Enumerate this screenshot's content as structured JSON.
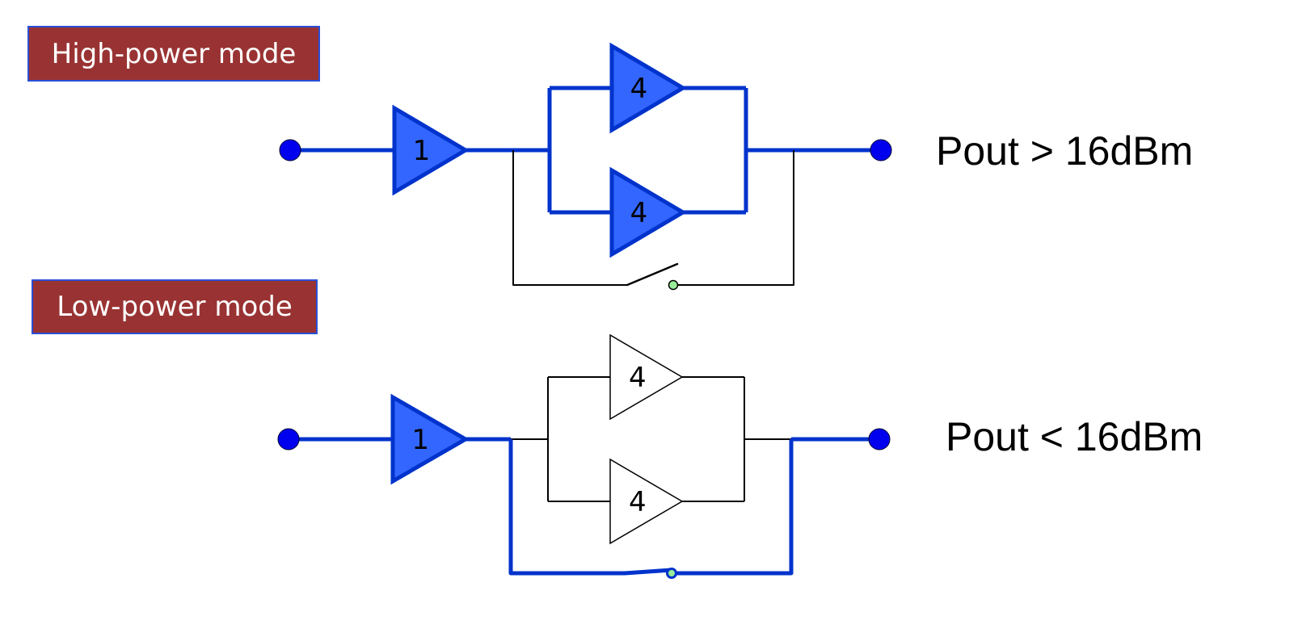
{
  "colors": {
    "label_bg": "#993333",
    "label_border": "#2a4fd6",
    "active_wire": "#0033cc",
    "active_amp_fill": "#3366ff",
    "terminal": "#0000ee",
    "inactive_wire": "#000000",
    "switch_contact": "#99ee99"
  },
  "high_power": {
    "mode_label": "High-power mode",
    "output_label": "Pout > 16dBm",
    "driver_amp": "1",
    "parallel_amps": [
      "4",
      "4"
    ],
    "driver_active": true,
    "parallel_path_active": true,
    "bypass_active": false,
    "switch_state": "open"
  },
  "low_power": {
    "mode_label": "Low-power mode",
    "output_label": "Pout < 16dBm",
    "driver_amp": "1",
    "parallel_amps": [
      "4",
      "4"
    ],
    "driver_active": true,
    "parallel_path_active": false,
    "bypass_active": true,
    "switch_state": "closed"
  }
}
